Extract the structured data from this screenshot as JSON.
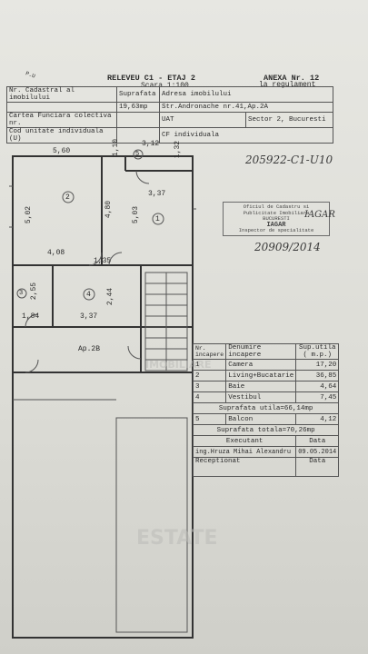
{
  "header": {
    "title": "RELEVEU C1 - ETAJ 2",
    "scale": "Scara 1:100",
    "annex": "ANEXA Nr. 12",
    "annex_sub": "la regulament",
    "corner_mark": "P.U"
  },
  "info_table": {
    "r1": [
      "Nr. Cadastral al imobilului",
      "Suprafata",
      "Adresa imobilului"
    ],
    "r2": [
      "",
      "19,63mp",
      "Str.Andronache nr.41,Ap.2A"
    ],
    "r3": [
      "Cartea Funciara colectiva nr.",
      "",
      "UAT",
      "Sector 2, Bucuresti"
    ],
    "r4": [
      "Cod unitate individuala (U)",
      "",
      "CF individuala"
    ]
  },
  "handwriting": {
    "top_right": "205922-C1-U10",
    "date": "20909/2014",
    "signature": "IAGAR"
  },
  "stamp": {
    "line1": "Oficiul de Cadastru si Publicitate Imobiliara",
    "line2": "BUCURESTI",
    "line3": "IAGAR",
    "line4": "Inspector de specialitate"
  },
  "dims": {
    "d560": "5,60",
    "d312": "3,12",
    "d110": "1,10",
    "d132": "1,32",
    "d337a": "3,37",
    "d502": "5,02",
    "d480": "4,80",
    "d503": "5,03",
    "d408": "4,08",
    "d135": "1,35",
    "d255": "2,55",
    "d244": "2,44",
    "d184": "1,84",
    "d337b": "3,37",
    "apt": "Ap.2B"
  },
  "rooms": {
    "r1": "1",
    "r2": "2",
    "r3": "3",
    "r4": "4",
    "r5": "5"
  },
  "legend": {
    "headers": [
      "Nr. incapere",
      "Denumire incapere",
      "Sup.utila",
      "( m.p.)"
    ],
    "rows": [
      [
        "1",
        "Camera",
        "17,20"
      ],
      [
        "2",
        "Living+Bucatarie",
        "36,85"
      ],
      [
        "3",
        "Baie",
        "4,64"
      ],
      [
        "4",
        "Vestibul",
        "7,45"
      ]
    ],
    "util": "Suprafata utila=66,14mp",
    "balcony": [
      "5",
      "Balcon",
      "4,12"
    ],
    "total": "Suprafata totala=70,26mp",
    "executant": "Executant",
    "data_label": "Data",
    "engineer": "ing.Hruza Mihai Alexandru",
    "eng_date": "09.05.2014",
    "receptionat": "Receptionat",
    "data_label2": "Data"
  },
  "watermark": {
    "word": "ESTATE",
    "word2": "IMOBILIARE"
  }
}
